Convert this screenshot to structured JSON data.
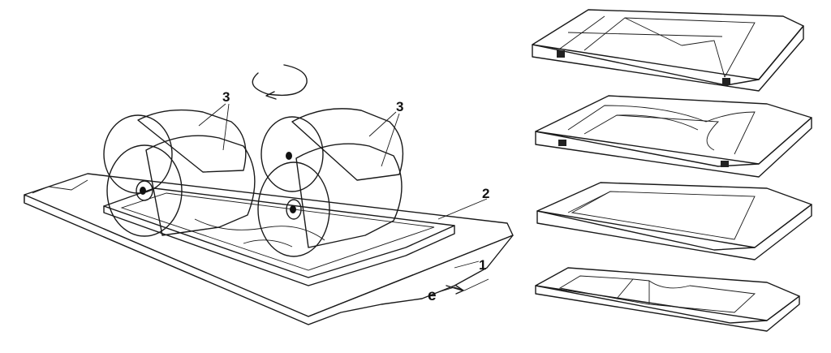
{
  "labels": {
    "brushes": "3",
    "brushes_right": "3",
    "workpiece": "2",
    "table": "1",
    "feed_direction": "e"
  },
  "icons": {
    "rotation": "rotation-arrow-icon",
    "feed": "feed-arrow-icon"
  },
  "colors": {
    "ink": "#1a1a1a",
    "paper": "#ffffff"
  }
}
